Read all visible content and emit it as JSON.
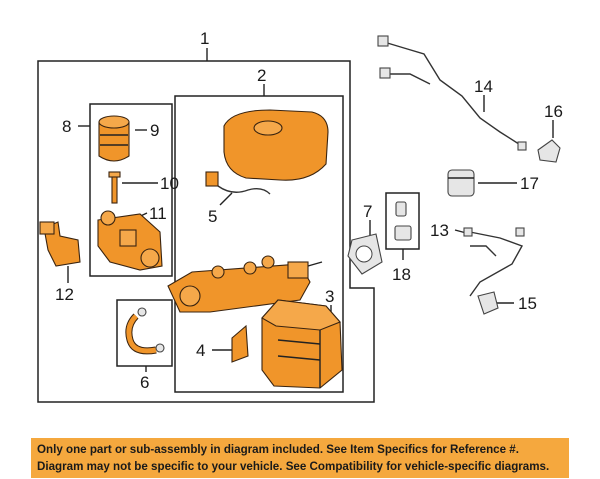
{
  "callouts": {
    "c1": "1",
    "c2": "2",
    "c3": "3",
    "c4": "4",
    "c5": "5",
    "c6": "6",
    "c7": "7",
    "c8": "8",
    "c9": "9",
    "c10": "10",
    "c11": "11",
    "c12": "12",
    "c13": "13",
    "c14": "14",
    "c15": "15",
    "c16": "16",
    "c17": "17",
    "c18": "18"
  },
  "footer": {
    "line1": "Only one part or sub-assembly in diagram included. See Item Specifics for Reference #.",
    "line2": "Diagram may not be specific to your vehicle. See Compatibility for vehicle-specific diagrams."
  },
  "colors": {
    "part": "#f0952a",
    "banner": "#f5a83e"
  }
}
